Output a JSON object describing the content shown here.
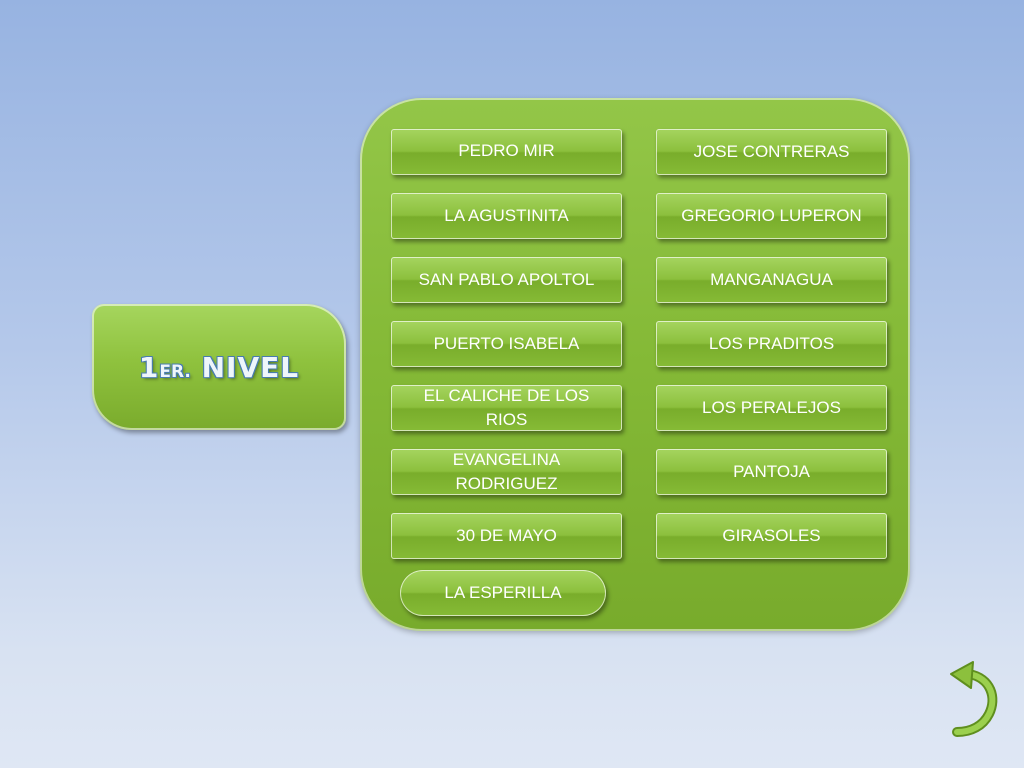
{
  "level_card": {
    "number": "1",
    "suffix": "ER.",
    "label": "NIVEL"
  },
  "buttons": {
    "pedro_mir": "PEDRO MIR",
    "jose_contreras": "JOSE CONTRERAS",
    "la_agustinita": "LA AGUSTINITA",
    "gregorio_luperon": "GREGORIO LUPERON",
    "san_pablo_apoltol": "SAN PABLO APOLTOL",
    "manganagua": "MANGANAGUA",
    "puerto_isabela": "PUERTO ISABELA",
    "los_praditos": "LOS PRADITOS",
    "el_caliche_de_los_rios": "EL CALICHE DE LOS RIOS",
    "los_peralejos": "LOS PERALEJOS",
    "evangelina_rodriguez": "EVANGELINA RODRIGUEZ",
    "pantoja": "PANTOJA",
    "treinta_de_mayo": "30 DE MAYO",
    "girasoles": "GIRASOLES",
    "la_esperilla": "LA ESPERILLA"
  },
  "colors": {
    "accent_green": "#8cc03d",
    "title_outline": "#4a7fb3",
    "back_arrow": "#8cc03d"
  },
  "icons": {
    "back": "back-arrow-icon"
  }
}
